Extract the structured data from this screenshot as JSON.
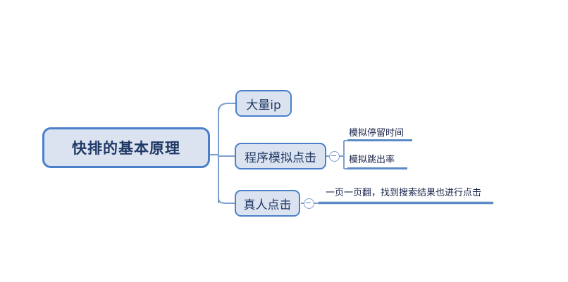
{
  "diagram": {
    "type": "mind-map",
    "title": "快排的基本原理",
    "orientation": "left-to-right",
    "colors": {
      "node_fill": "#dce3f0",
      "node_border": "#4a80ca",
      "node_text": "#1f3864",
      "leaf_text": "#17224a",
      "link_line": "#7d9fd0",
      "leaf_bar": "#5b8ac7",
      "background": "#ffffff"
    },
    "root": {
      "label": "快排的基本原理"
    },
    "branches": [
      {
        "id": "branch-1",
        "label": "大量ip",
        "has_toggle": false,
        "children": []
      },
      {
        "id": "branch-2",
        "label": "程序模拟点击",
        "has_toggle": true,
        "toggle_state": "expanded",
        "toggle_icon": "collapse-minus-icon",
        "children": [
          {
            "id": "leaf-2-1",
            "label": "模拟停留时间"
          },
          {
            "id": "leaf-2-2",
            "label": "模拟跳出率"
          }
        ]
      },
      {
        "id": "branch-3",
        "label": "真人点击",
        "has_toggle": true,
        "toggle_state": "expanded",
        "toggle_icon": "collapse-minus-icon",
        "children": [
          {
            "id": "leaf-3-1",
            "label": "一页一页翻，找到搜索结果也进行点击"
          }
        ]
      }
    ]
  }
}
